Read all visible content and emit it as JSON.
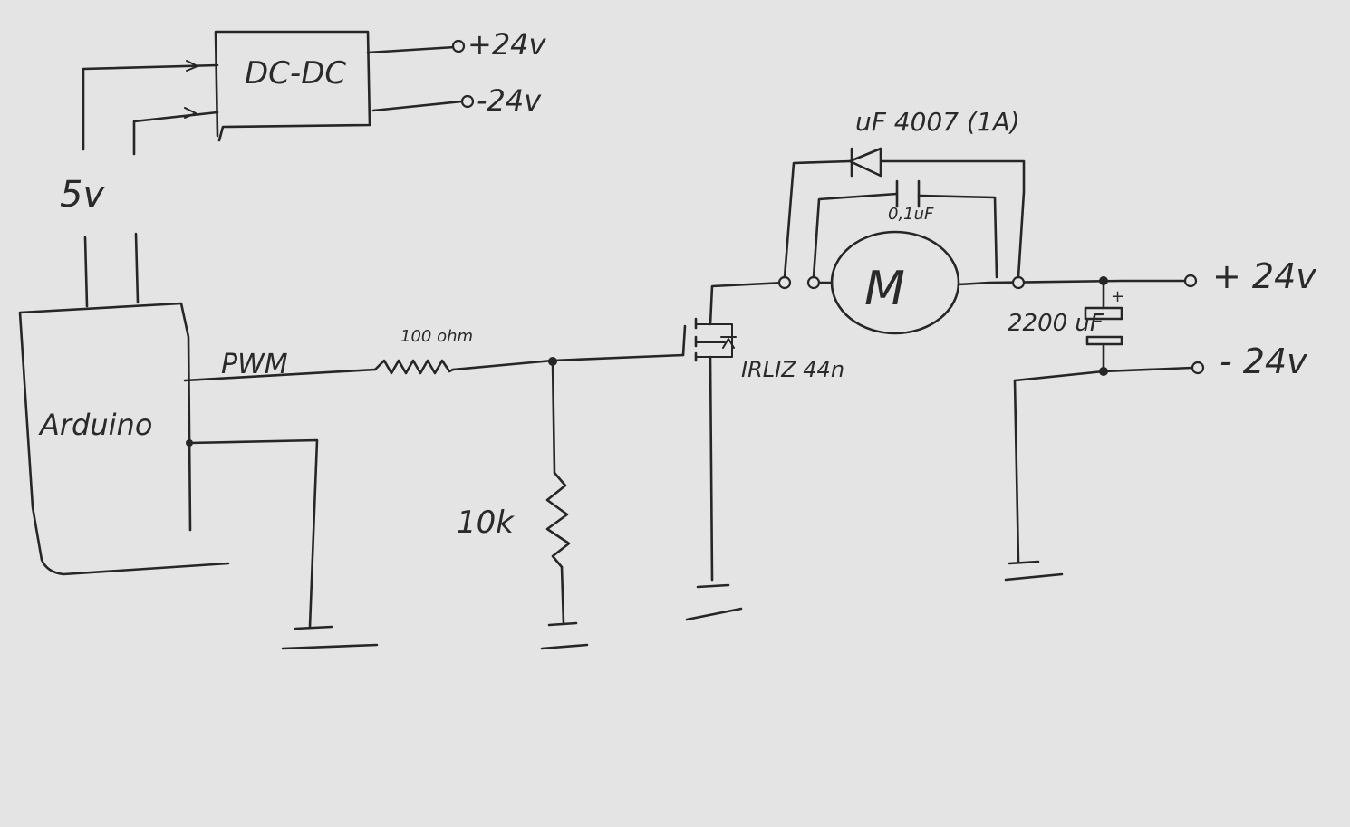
{
  "labels": {
    "dcdc": "DC-DC",
    "out_plus_top": "+24v",
    "out_minus_top": "-24v",
    "five_v": "5v",
    "arduino": "Arduino",
    "pwm": "PWM",
    "r_gate": "100 ohm",
    "r_pulldown": "10k",
    "mosfet": "IRLIZ 44n",
    "diode": "uF 4007 (1A)",
    "cap_small": "0,1uF",
    "motor": "M",
    "cap_big": "2200 uF",
    "plus_sign": "+",
    "supply_plus": "+ 24v",
    "supply_minus": "- 24v"
  },
  "colors": {
    "paper": "#e4e4e4",
    "ink": "#262626"
  }
}
